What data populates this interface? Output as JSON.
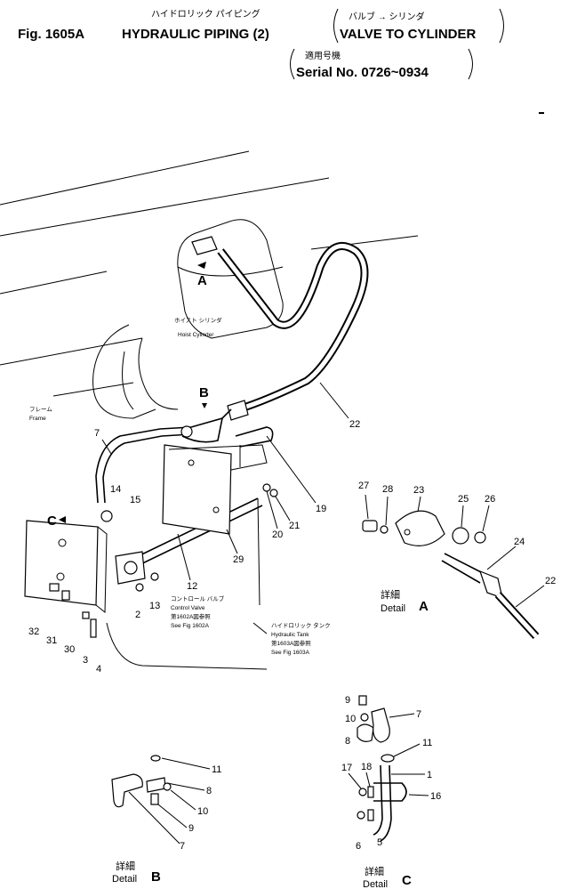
{
  "header": {
    "fig_label": "Fig. 1605A",
    "title_jp": "ハイドロリック パイピング",
    "title_en": "HYDRAULIC PIPING (2)",
    "subtitle_jp": "バルブ → シリンダ",
    "subtitle_en": "VALVE TO CYLINDER",
    "serial_jp": "適用号機",
    "serial_en": "Serial No. 0726~0934"
  },
  "annotations": {
    "hoist_cylinder_jp": "ホイスト シリンダ",
    "hoist_cylinder_en": "Hoist Cylinder",
    "frame_jp": "フレーム",
    "frame_en": "Frame",
    "control_valve_jp": "コントロール バルブ",
    "control_valve_en": "Control Valve",
    "control_valve_ref_jp": "第1602A図参照",
    "control_valve_ref_en": "See Fig 1602A",
    "hydraulic_tank_jp": "ハイドロリック タンク",
    "hydraulic_tank_en": "Hydraulic Tank",
    "hydraulic_tank_ref_jp": "第1603A図参照",
    "hydraulic_tank_ref_en": "See Fig 1603A"
  },
  "view_markers": {
    "a": "A",
    "b": "B",
    "c": "C"
  },
  "details": {
    "a": {
      "jp": "詳細",
      "en": "Detail",
      "letter": "A"
    },
    "b": {
      "jp": "詳細",
      "en": "Detail",
      "letter": "B"
    },
    "c": {
      "jp": "詳細",
      "en": "Detail",
      "letter": "C"
    }
  },
  "callouts": {
    "main": [
      "22",
      "7",
      "19",
      "21",
      "20",
      "29",
      "12",
      "14",
      "15",
      "2",
      "13",
      "32",
      "31",
      "30",
      "3",
      "4"
    ],
    "detail_a": [
      "27",
      "28",
      "23",
      "25",
      "26",
      "24",
      "22"
    ],
    "detail_b": [
      "11",
      "8",
      "10",
      "9",
      "7"
    ],
    "detail_c": [
      "9",
      "7",
      "10",
      "8",
      "11",
      "17",
      "18",
      "1",
      "16",
      "6",
      "5"
    ]
  }
}
